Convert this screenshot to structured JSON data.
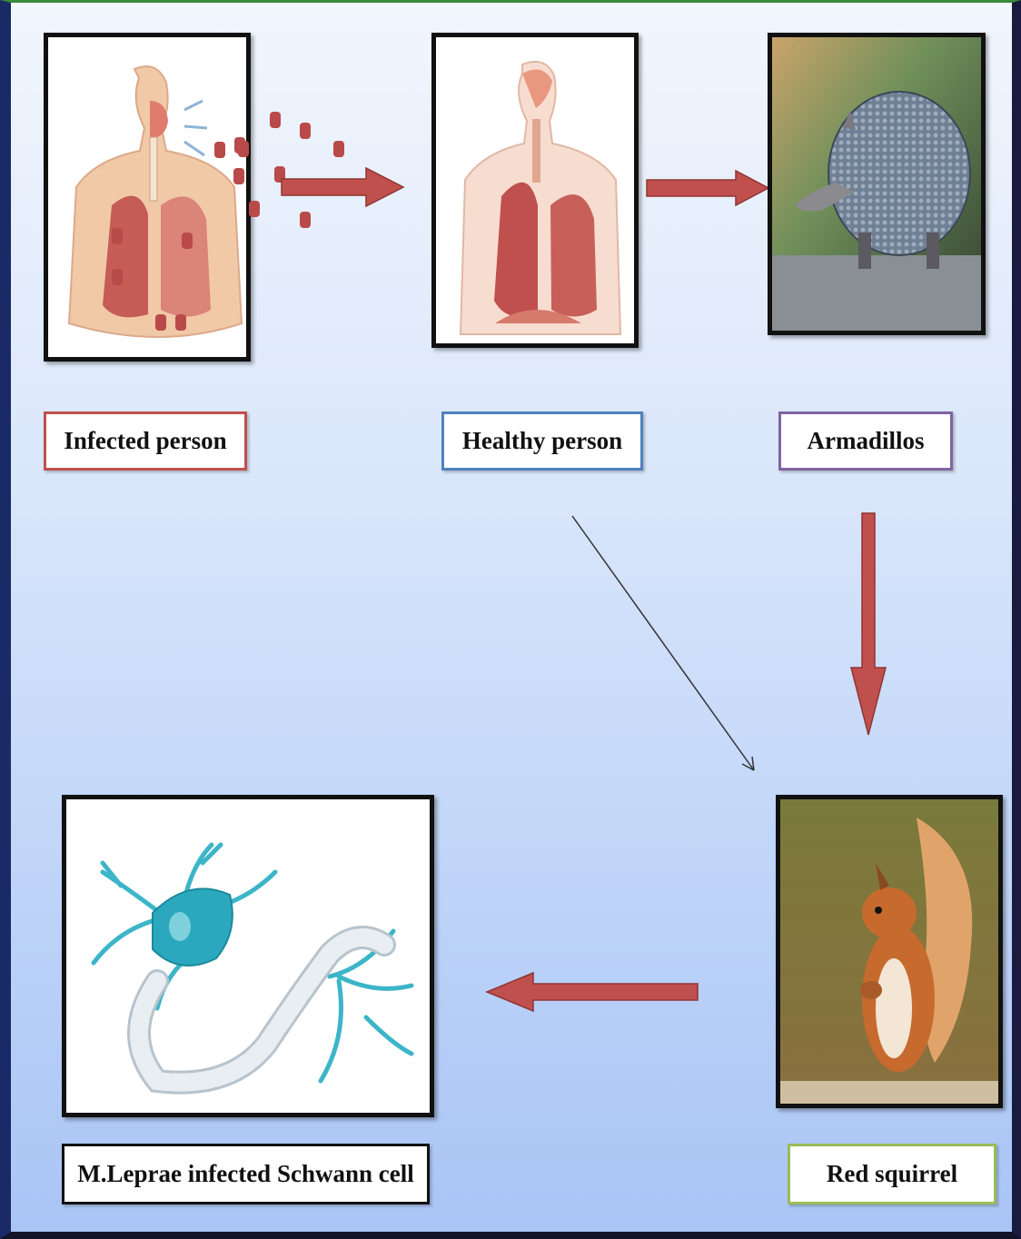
{
  "labels": {
    "infected_person": "Infected  person",
    "healthy_person": "Healthy person",
    "armadillos": "Armadillos",
    "red_squirrel": "Red squirrel",
    "schwann_cell": "M.Leprae  infected  Schwann cell"
  },
  "colors": {
    "infected_border": "#c0504d",
    "healthy_border": "#4f81bd",
    "armadillo_border": "#8064a2",
    "squirrel_border": "#9bbb59",
    "schwann_border": "#111111",
    "arrow_fill": "#c0504d",
    "bacteria": "#b94a4a"
  }
}
